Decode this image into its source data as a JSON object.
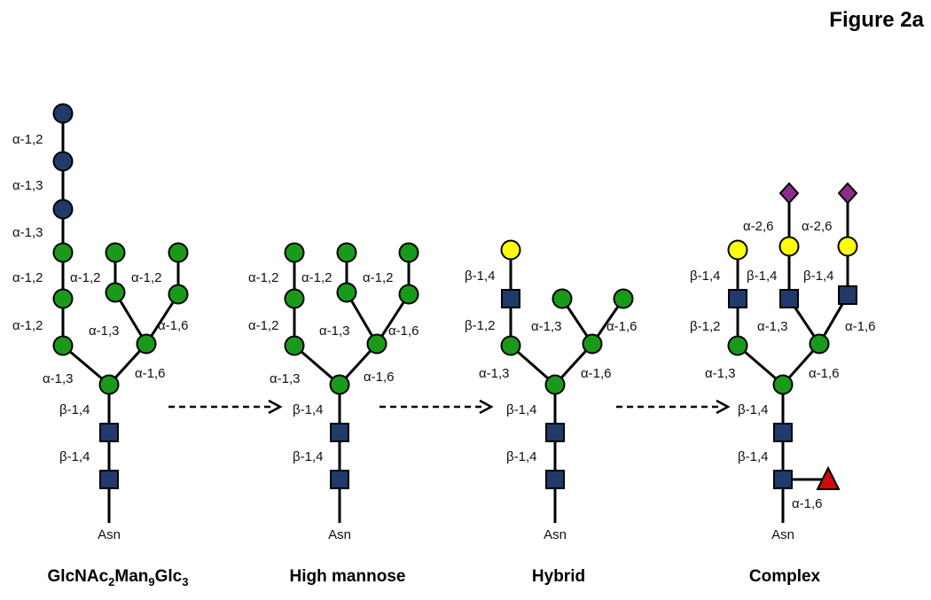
{
  "figure_label": "Figure 2a",
  "colors": {
    "glc": "#1f3a6b",
    "man": "#1a9a1a",
    "gal": "#ffff00",
    "glcnac": "#1f3a6b",
    "sia": "#8e2c8e",
    "fuc": "#d10a0a"
  },
  "structures": [
    {
      "name": "GlcNAc2Man9Glc3",
      "title_parts": [
        "GlcNAc",
        "2",
        "Man",
        "9",
        "Glc",
        "3"
      ],
      "asn_label": "Asn",
      "linkages": [
        "α-1,2",
        "α-1,3",
        "α-1,3",
        "α-1,2",
        "α-1,2",
        "α-1,2",
        "α-1,2",
        "α-1,3",
        "α-1,6",
        "α-1,3",
        "α-1,6",
        "β-1,4",
        "β-1,4"
      ]
    },
    {
      "name": "High mannose",
      "asn_label": "Asn",
      "linkages": [
        "α-1,2",
        "α-1,2",
        "α-1,2",
        "α-1,2",
        "α-1,3",
        "α-1,6",
        "α-1,3",
        "α-1,6",
        "β-1,4",
        "β-1,4"
      ]
    },
    {
      "name": "Hybrid",
      "asn_label": "Asn",
      "linkages": [
        "β-1,4",
        "β-1,2",
        "α-1,3",
        "α-1,6",
        "α-1,3",
        "α-1,6",
        "β-1,4",
        "β-1,4"
      ]
    },
    {
      "name": "Complex",
      "asn_label": "Asn",
      "linkages": [
        "α-2,6",
        "α-2,6",
        "β-1,4",
        "β-1,4",
        "β-1,4",
        "β-1,2",
        "α-1,3",
        "α-1,6",
        "α-1,3",
        "α-1,6",
        "β-1,4",
        "β-1,4",
        "α-1,6"
      ]
    }
  ]
}
